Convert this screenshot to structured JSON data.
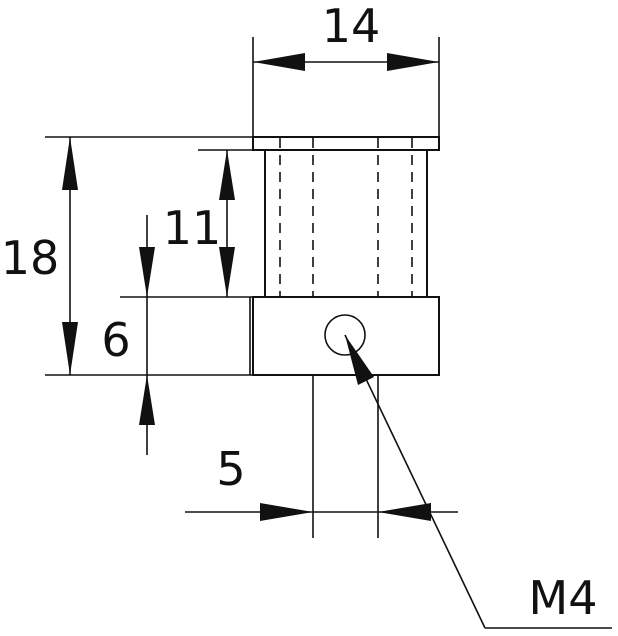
{
  "dimensions": {
    "width_top": "14",
    "total_height": "18",
    "flange_height": "11",
    "hub_height": "6",
    "bore_offset": "5",
    "set_screw": "M4"
  }
}
